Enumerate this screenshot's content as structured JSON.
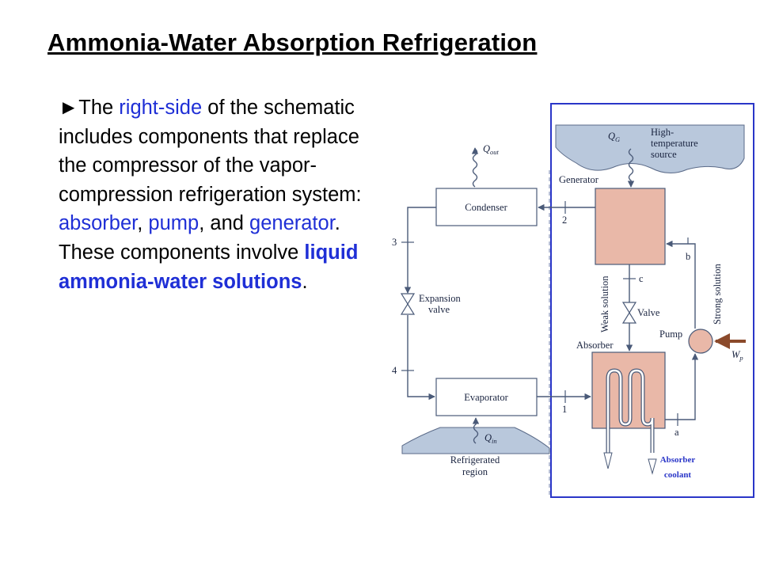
{
  "slide": {
    "title": "Ammonia-Water Absorption Refrigeration",
    "bullet": {
      "marker": "►",
      "t1": "The ",
      "t2": "right-side",
      "t3": " of the schematic includes components that replace the compressor of the vapor-compression refrigeration system: ",
      "t4": "absorber",
      "t5": ", ",
      "t6": "pump",
      "t7": ", and ",
      "t8": "generator",
      "t9": ".  These components involve ",
      "t10": "liquid ammonia-water solutions",
      "t11": "."
    }
  },
  "diagram": {
    "q_out": "Q",
    "q_out_sub": "out",
    "q_g": "Q",
    "q_g_sub": "G",
    "source_line1": "High-",
    "source_line2": "temperature",
    "source_line3": "source",
    "generator": "Generator",
    "condenser": "Condenser",
    "state_2": "2",
    "state_3": "3",
    "state_4": "4",
    "state_1": "1",
    "state_a": "a",
    "state_b": "b",
    "state_c": "c",
    "expansion_valve_line1": "Expansion",
    "expansion_valve_line2": "valve",
    "weak_solution": "Weak solution",
    "strong_solution": "Strong solution",
    "valve": "Valve",
    "pump": "Pump",
    "w_p": "W",
    "w_p_sub": "p",
    "absorber": "Absorber",
    "evaporator": "Evaporator",
    "q_in": "Q",
    "q_in_sub": "in",
    "refrigerated_line1": "Refrigerated",
    "refrigerated_line2": "region",
    "absorber_coolant_line1": "Absorber",
    "absorber_coolant_line2": "coolant"
  },
  "colors": {
    "highlight_text": "#1f2fd6",
    "outline_box": "#2a36c8",
    "component_fill": "#e9b8a8",
    "region_fill": "#b9c8dc",
    "pipe": "#4a5a78",
    "work_arrow": "#8b4a2b"
  }
}
